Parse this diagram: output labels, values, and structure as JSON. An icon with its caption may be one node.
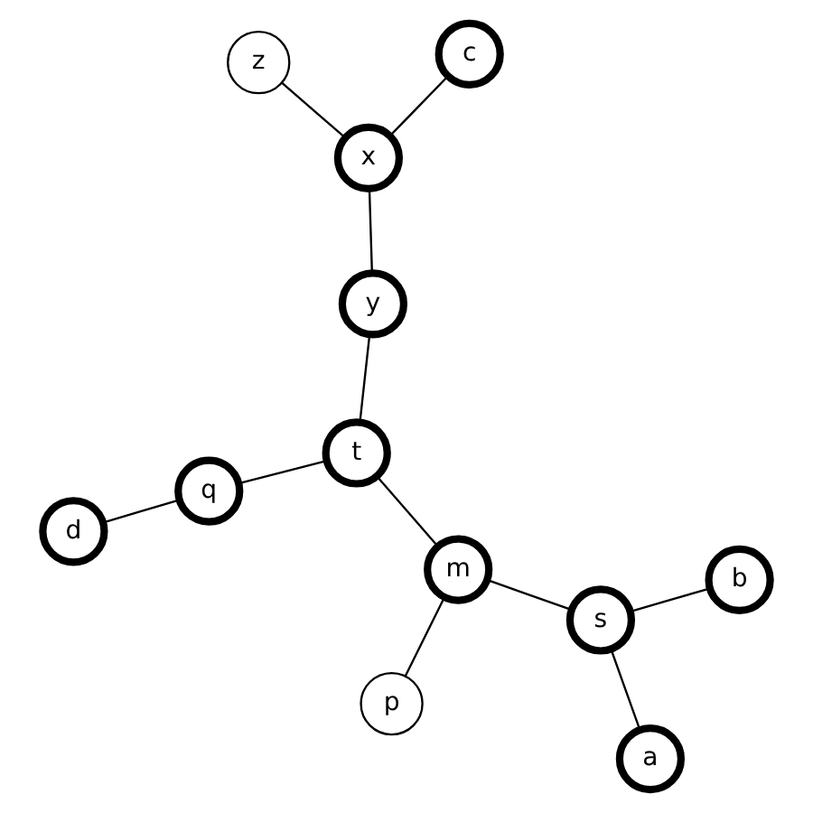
{
  "diagram": {
    "nodes": [
      {
        "text": [
          "z"
        ]
      },
      {
        "text": [
          "c"
        ]
      },
      {
        "text": [
          "p"
        ]
      },
      {
        "text": [
          "x"
        ]
      },
      {
        "text": [
          "b"
        ]
      },
      {
        "text": [
          "y"
        ]
      },
      {
        "text": [
          "s"
        ]
      },
      {
        "text": [
          "m"
        ]
      },
      {
        "text": [
          "t"
        ]
      },
      {
        "text": [
          "a"
        ]
      },
      {
        "text": [
          "q"
        ]
      },
      {
        "text": [
          "d"
        ]
      }
    ],
    "edges": [
      {
        "from": 4,
        "to": 6,
        "arrow": "none"
      },
      {
        "from": 9,
        "to": 6,
        "arrow": "none"
      },
      {
        "from": 6,
        "to": 7,
        "arrow": "none"
      },
      {
        "from": 2,
        "to": 7,
        "arrow": "none"
      },
      {
        "from": 7,
        "to": 8,
        "arrow": "none"
      },
      {
        "from": 8,
        "to": 5,
        "arrow": "none"
      },
      {
        "from": 5,
        "to": 3,
        "arrow": "none"
      },
      {
        "from": 3,
        "to": 0,
        "arrow": "none"
      },
      {
        "from": 3,
        "to": 1,
        "arrow": "none"
      },
      {
        "from": 8,
        "to": 10,
        "arrow": "none"
      },
      {
        "from": 10,
        "to": 11,
        "arrow": "none"
      }
    ]
  }
}
